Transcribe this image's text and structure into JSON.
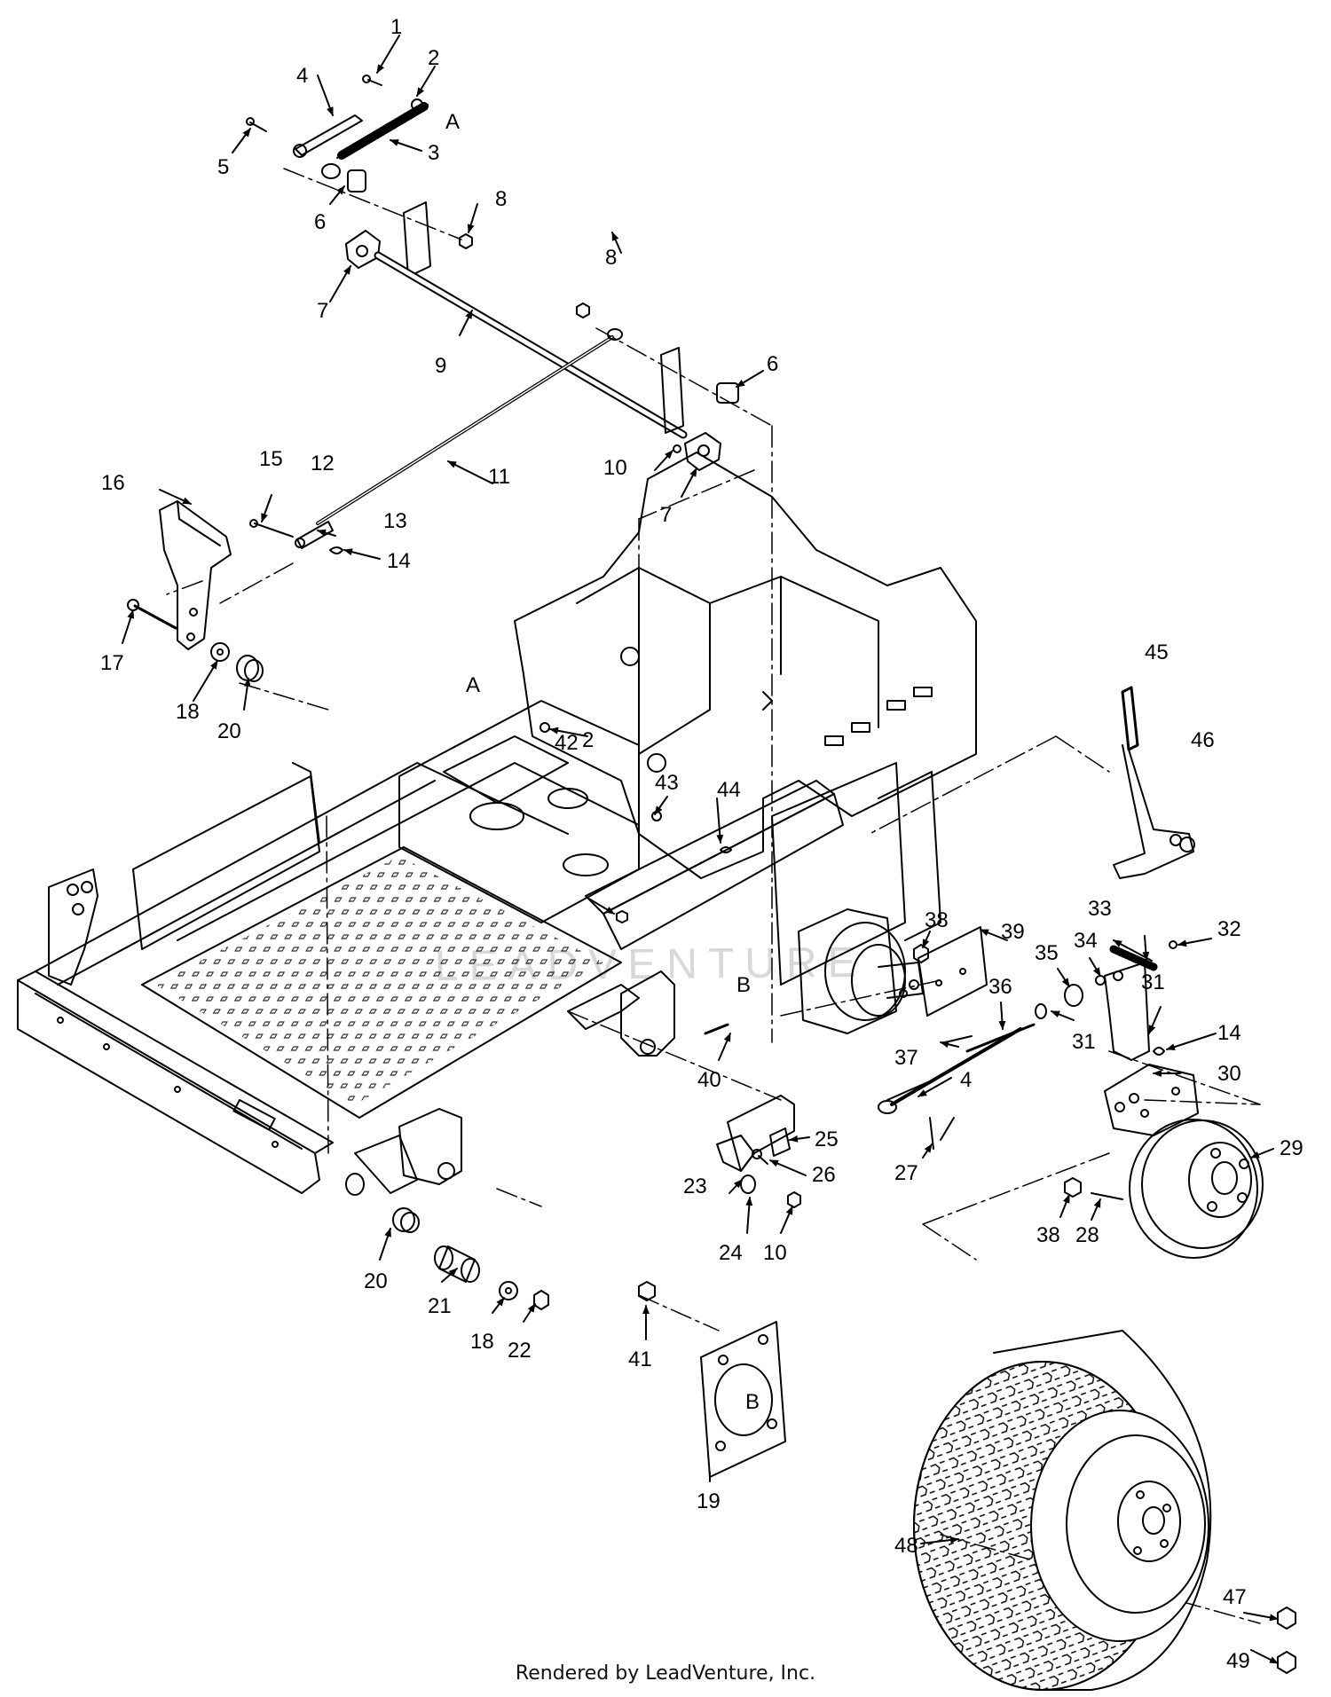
{
  "diagram": {
    "parts": [
      {
        "id": "1",
        "text": "1"
      },
      {
        "id": "2a",
        "text": "2"
      },
      {
        "id": "2b",
        "text": "2"
      },
      {
        "id": "3",
        "text": "3"
      },
      {
        "id": "4a",
        "text": "4"
      },
      {
        "id": "4b",
        "text": "4"
      },
      {
        "id": "5",
        "text": "5"
      },
      {
        "id": "6a",
        "text": "6"
      },
      {
        "id": "6b",
        "text": "6"
      },
      {
        "id": "7a",
        "text": "7"
      },
      {
        "id": "7b",
        "text": "7"
      },
      {
        "id": "8a",
        "text": "8"
      },
      {
        "id": "8b",
        "text": "8"
      },
      {
        "id": "9",
        "text": "9"
      },
      {
        "id": "10a",
        "text": "10"
      },
      {
        "id": "10b",
        "text": "10"
      },
      {
        "id": "11",
        "text": "11"
      },
      {
        "id": "12",
        "text": "12"
      },
      {
        "id": "13",
        "text": "13"
      },
      {
        "id": "14a",
        "text": "14"
      },
      {
        "id": "14b",
        "text": "14"
      },
      {
        "id": "15",
        "text": "15"
      },
      {
        "id": "16",
        "text": "16"
      },
      {
        "id": "17",
        "text": "17"
      },
      {
        "id": "18a",
        "text": "18"
      },
      {
        "id": "18b",
        "text": "18"
      },
      {
        "id": "19",
        "text": "19"
      },
      {
        "id": "20a",
        "text": "20"
      },
      {
        "id": "20b",
        "text": "20"
      },
      {
        "id": "21",
        "text": "21"
      },
      {
        "id": "22",
        "text": "22"
      },
      {
        "id": "23",
        "text": "23"
      },
      {
        "id": "24",
        "text": "24"
      },
      {
        "id": "25",
        "text": "25"
      },
      {
        "id": "26",
        "text": "26"
      },
      {
        "id": "27",
        "text": "27"
      },
      {
        "id": "28",
        "text": "28"
      },
      {
        "id": "29",
        "text": "29"
      },
      {
        "id": "30",
        "text": "30"
      },
      {
        "id": "31a",
        "text": "31"
      },
      {
        "id": "31b",
        "text": "31"
      },
      {
        "id": "32",
        "text": "32"
      },
      {
        "id": "33",
        "text": "33"
      },
      {
        "id": "34",
        "text": "34"
      },
      {
        "id": "35",
        "text": "35"
      },
      {
        "id": "36",
        "text": "36"
      },
      {
        "id": "37",
        "text": "37"
      },
      {
        "id": "38a",
        "text": "38"
      },
      {
        "id": "38b",
        "text": "38"
      },
      {
        "id": "39",
        "text": "39"
      },
      {
        "id": "40",
        "text": "40"
      },
      {
        "id": "41",
        "text": "41"
      },
      {
        "id": "42",
        "text": "42"
      },
      {
        "id": "43",
        "text": "43"
      },
      {
        "id": "44",
        "text": "44"
      },
      {
        "id": "45",
        "text": "45"
      },
      {
        "id": "46",
        "text": "46"
      },
      {
        "id": "47",
        "text": "47"
      },
      {
        "id": "48",
        "text": "48"
      },
      {
        "id": "49",
        "text": "49"
      }
    ],
    "refs": {
      "a_top": "A",
      "a_frame": "A",
      "b_frame": "B",
      "b_plate": "B"
    },
    "watermark": "LEADVENTURE"
  },
  "footer": {
    "text": "Rendered by LeadVenture, Inc."
  }
}
